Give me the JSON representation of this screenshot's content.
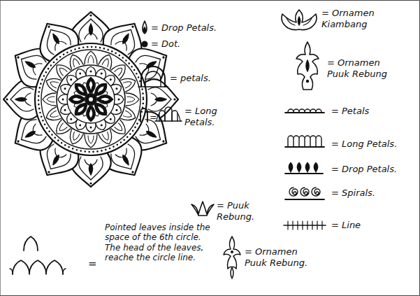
{
  "diagram": {
    "labels": [
      "=",
      "=",
      "Pointed leaves inside the space of the 6th circle. The head of the leaves, reache the circle line."
    ],
    "legend": [
      {
        "text": "= Drop Petals."
      },
      {
        "text": "= Dot."
      },
      {
        "text": "= petals."
      },
      {
        "text": "= Long Petals."
      },
      {
        "text": "= Puuk Rebung."
      },
      {
        "text": "= Ornamen Puuk Rebung."
      },
      {
        "text": "= Ornamen Kiambang"
      },
      {
        "text": "= Ornamen Puuk Rebung"
      },
      {
        "text": "= Petals"
      },
      {
        "text": "= Long Petals."
      },
      {
        "text": "= Drop Petals."
      },
      {
        "text": "= Spirals."
      },
      {
        "text": "= Line"
      }
    ]
  }
}
